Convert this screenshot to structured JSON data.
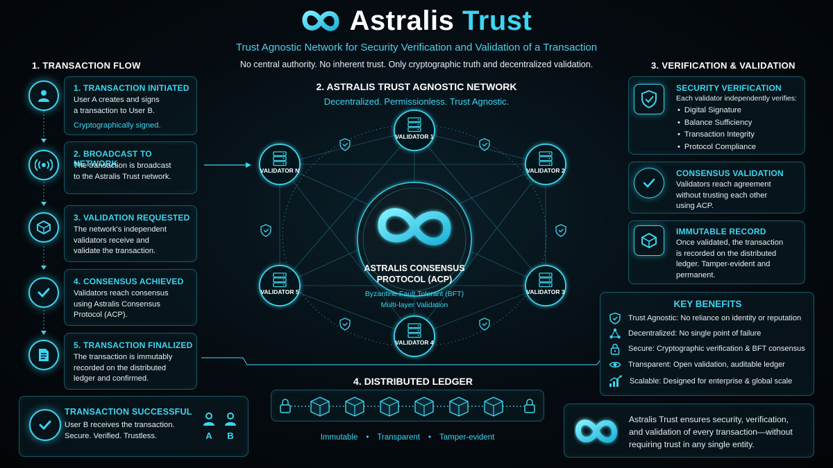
{
  "header": {
    "brand_part1": "Astralis",
    "brand_part2": "Trust",
    "subtitle": "Trust Agnostic Network for Security Verification and Validation of a Transaction",
    "tagline": "No central authority. No inherent trust. Only cryptographic truth and decentralized validation."
  },
  "flow": {
    "heading": "1. TRANSACTION FLOW",
    "steps": [
      {
        "title": "1.  TRANSACTION INITIATED",
        "text": [
          "User A creates and signs",
          "a transaction to User B."
        ],
        "note": "Cryptographically signed.",
        "icon": "user-icon"
      },
      {
        "title": "2. BROADCAST TO NETWORK",
        "text": [
          "The transaction is broadcast",
          "to the Astralis Trust network."
        ],
        "icon": "broadcast-icon"
      },
      {
        "title": "3. VALIDATION REQUESTED",
        "text": [
          "The network's independent",
          "validators receive and",
          "validate the transaction."
        ],
        "icon": "cube-icon"
      },
      {
        "title": "4. CONSENSUS ACHIEVED",
        "text": [
          "Validators reach consensus",
          "using Astralis Consensus",
          "Protocol (ACP)."
        ],
        "icon": "check-icon"
      },
      {
        "title": "5. TRANSACTION FINALIZED",
        "text": [
          "The transaction is immutably",
          "recorded on the distributed",
          "ledger and confirmed."
        ],
        "icon": "document-icon"
      }
    ],
    "success": {
      "title": "TRANSACTION SUCCESSFUL",
      "text": [
        "User B receives the transaction.",
        "Secure. Verified. Trustless."
      ],
      "user_a": "A",
      "user_b": "B"
    }
  },
  "network": {
    "heading": "2. ASTRALIS TRUST AGNOSTIC NETWORK",
    "subheading": "Decentralized. Permissionless. Trust Agnostic.",
    "validators": [
      "VALIDATOR 1",
      "VALIDATOR 2",
      "VALIDATOR 3",
      "VALIDATOR 4",
      "VALIDATOR 5",
      "VALIDATOR N"
    ],
    "core_title_1": "ASTRALIS CONSENSUS",
    "core_title_2": "PROTOCOL (ACP)",
    "core_line_1": "Byzantine Fault Tolerant (BFT)",
    "core_line_2": "Multi-layer Validation"
  },
  "ledger": {
    "heading": "4. DISTRIBUTED LEDGER",
    "features": [
      "Immutable",
      "Transparent",
      "Tamper-evident"
    ]
  },
  "verification": {
    "heading": "3. VERIFICATION & VALIDATION",
    "security": {
      "title": "SECURITY VERIFICATION",
      "intro": "Each validator independently verifies:",
      "items": [
        "Digital Signature",
        "Balance Sufficiency",
        "Transaction Integrity",
        "Protocol Compliance"
      ]
    },
    "consensus": {
      "title": "CONSENSUS VALIDATION",
      "text": [
        "Validators reach agreement",
        "without trusting each other",
        "using ACP."
      ]
    },
    "immutable": {
      "title": "IMMUTABLE RECORD",
      "text": [
        "Once validated, the transaction",
        "is recorded on the distributed",
        "ledger. Tamper-evident and",
        "permanent."
      ]
    }
  },
  "benefits": {
    "heading": "KEY BENEFITS",
    "items": [
      {
        "text": "Trust Agnostic: No reliance on identity or reputation",
        "icon": "shield-check-icon"
      },
      {
        "text": "Decentralized: No single point of failure",
        "icon": "network-icon"
      },
      {
        "text": "Secure: Cryptographic verification & BFT consensus",
        "icon": "lock-icon"
      },
      {
        "text": "Transparent: Open validation, auditable ledger",
        "icon": "eye-icon"
      },
      {
        "text": "Scalable: Designed for enterprise & global scale",
        "icon": "growth-chart-icon"
      }
    ]
  },
  "footer_note": {
    "text": [
      "Astralis Trust ensures security, verification,",
      "and validation of every transaction—without",
      "requiring trust in any single entity."
    ]
  },
  "colors": {
    "accent": "#3cd6f0",
    "background": "#050b10"
  }
}
